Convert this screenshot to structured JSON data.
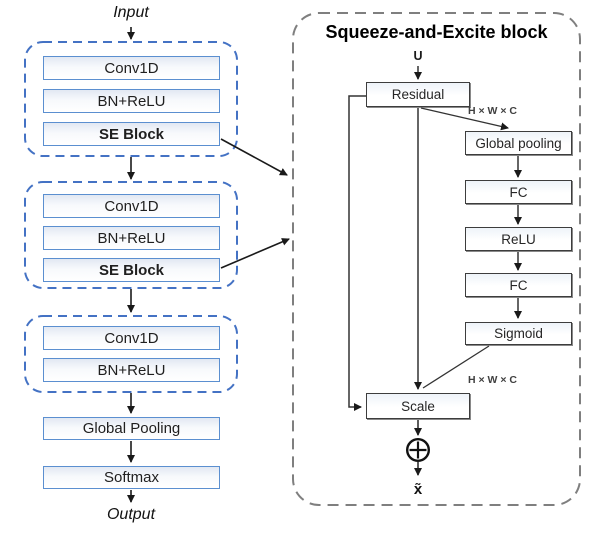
{
  "diagram": {
    "pipeline": {
      "input_label": "Input",
      "block1": {
        "layer1": "Conv1D",
        "layer2": "BN+ReLU",
        "layer3": "SE Block"
      },
      "block2": {
        "layer1": "Conv1D",
        "layer2": "BN+ReLU",
        "layer3": "SE Block"
      },
      "block3": {
        "layer1": "Conv1D",
        "layer2": "BN+ReLU"
      },
      "global_pooling": "Global Pooling",
      "softmax": "Softmax",
      "output_label": "Output"
    },
    "se_block": {
      "title": "Squeeze-and-Excite block",
      "input_label": "U",
      "residual": "Residual",
      "dim_label_top": "H × W × C",
      "global_pooling": "Global pooling",
      "fc1": "FC",
      "relu": "ReLU",
      "fc2": "FC",
      "sigmoid": "Sigmoid",
      "dim_label_bottom": "H × W × C",
      "scale": "Scale",
      "sum_symbol": "⊕",
      "output_label": "x̃"
    },
    "colors": {
      "pipeline_dash_border": "#4472C4",
      "layer_box_border": "#5B8FD0",
      "panel_dash_border": "#7F7F7F",
      "detail_box_border": "#3D3D3D"
    }
  }
}
